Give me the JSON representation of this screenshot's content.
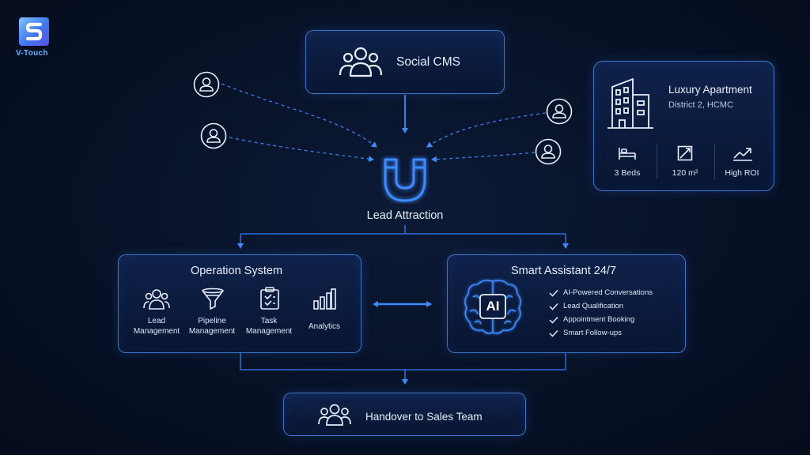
{
  "brand": {
    "name": "V-Touch",
    "logo_letter": "S"
  },
  "top_node": {
    "label": "Social CMS",
    "icon": "users-group-icon"
  },
  "attraction": {
    "label": "Lead Attraction",
    "icon": "magnet-icon"
  },
  "lead_sources": [
    {
      "icon": "user-icon"
    },
    {
      "icon": "user-icon"
    },
    {
      "icon": "user-icon"
    },
    {
      "icon": "user-icon"
    }
  ],
  "property_card": {
    "title": "Luxury Apartment",
    "location": "District 2, HCMC",
    "icon": "building-icon",
    "stats": [
      {
        "icon": "bed-icon",
        "label": "3 Beds"
      },
      {
        "icon": "area-icon",
        "label": "120 m²"
      },
      {
        "icon": "trend-up-icon",
        "label": "High ROI"
      }
    ]
  },
  "operation_system": {
    "title": "Operation System",
    "features": [
      {
        "icon": "users-group-icon",
        "label": "Lead Management"
      },
      {
        "icon": "funnel-icon",
        "label": "Pipeline Management"
      },
      {
        "icon": "clipboard-check-icon",
        "label": "Task Management"
      },
      {
        "icon": "bar-chart-icon",
        "label": "Analytics"
      }
    ]
  },
  "smart_assistant": {
    "title": "Smart Assistant 24/7",
    "badge": "AI",
    "icon": "ai-brain-icon",
    "capabilities": [
      "AI-Powered Conversations",
      "Lead Qualification",
      "Appointment Booking",
      "Smart Follow-ups"
    ]
  },
  "handover": {
    "label": "Handover to Sales Team",
    "icon": "users-group-icon"
  },
  "colors": {
    "accent": "#2f86ff",
    "border": "#4884e4",
    "background": "#081329"
  }
}
